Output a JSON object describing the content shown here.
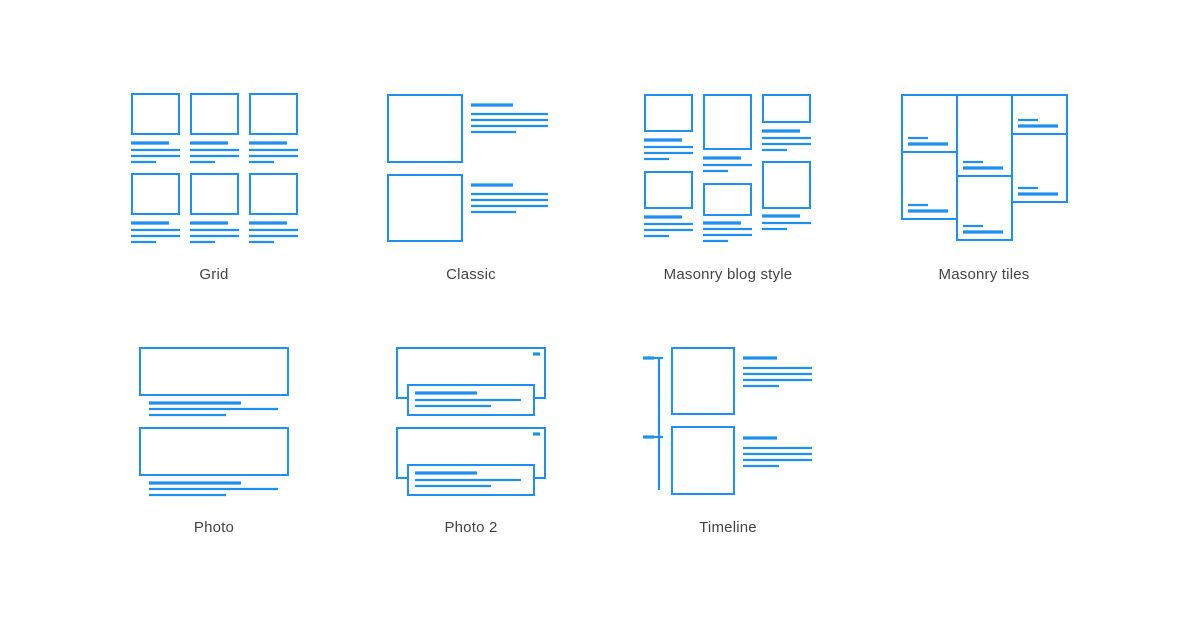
{
  "accent_color": "#1f8ff0",
  "layouts": [
    {
      "id": "grid",
      "label": "Grid",
      "icon": "grid-layout-icon"
    },
    {
      "id": "classic",
      "label": "Classic",
      "icon": "classic-layout-icon"
    },
    {
      "id": "masonry-blog",
      "label": "Masonry blog style",
      "icon": "masonry-blog-layout-icon"
    },
    {
      "id": "masonry-tiles",
      "label": "Masonry tiles",
      "icon": "masonry-tiles-layout-icon"
    },
    {
      "id": "photo",
      "label": "Photo",
      "icon": "photo-layout-icon"
    },
    {
      "id": "photo-2",
      "label": "Photo 2",
      "icon": "photo-2-layout-icon"
    },
    {
      "id": "timeline",
      "label": "Timeline",
      "icon": "timeline-layout-icon"
    }
  ]
}
